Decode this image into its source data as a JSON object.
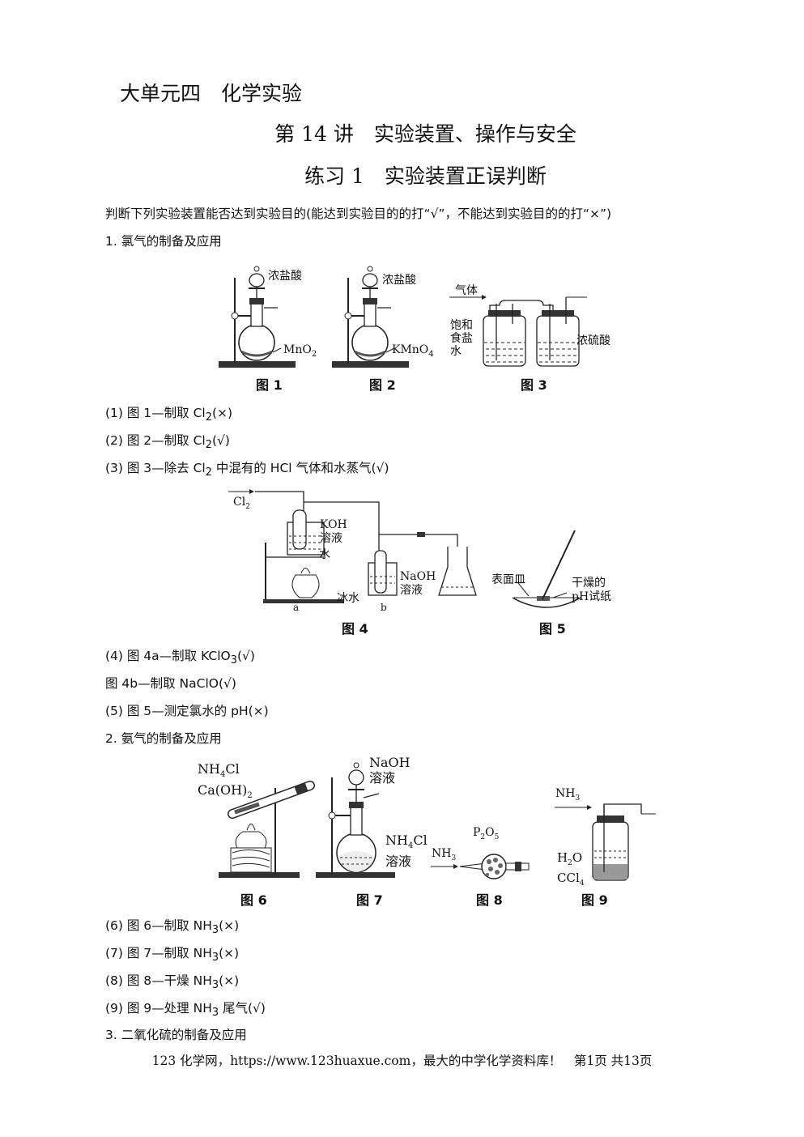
{
  "header": {
    "unit": "大单元四　化学实验",
    "lecture": "第 14 讲　实验装置、操作与安全",
    "exercise": "练习 1　实验装置正误判断"
  },
  "intro": "判断下列实验装置能否达到实验目的(能达到实验目的的打“√”，不能达到实验目的的打“×”)",
  "sections": {
    "s1": "1. 氯气的制备及应用",
    "s2": "2. 氨气的制备及应用",
    "s3": "3. 二氧化硫的制备及应用"
  },
  "items": {
    "i1": {
      "pre": "(1) 图 1—制取 Cl",
      "sub": "2",
      "post": "(×)"
    },
    "i2": {
      "pre": "(2) 图 2—制取 Cl",
      "sub": "2",
      "post": "(√)"
    },
    "i3": {
      "pre": "(3) 图 3—除去 Cl",
      "sub": "2",
      "post": " 中混有的 HCl 气体和水蒸气(√)"
    },
    "i4": {
      "pre": "(4) 图 4a—制取 KClO",
      "sub": "3",
      "post": "(√)"
    },
    "i4b": "图 4b—制取 NaClO(√)",
    "i5": "(5) 图 5—测定氯水的 pH(×)",
    "i6": {
      "pre": "(6) 图 6—制取 NH",
      "sub": "3",
      "post": "(×)"
    },
    "i7": {
      "pre": "(7) 图 7—制取 NH",
      "sub": "3",
      "post": "(×)"
    },
    "i8": {
      "pre": "(8) 图 8—干燥 NH",
      "sub": "3",
      "post": "(×)"
    },
    "i9": {
      "pre": "(9) 图 9—处理 NH",
      "sub": "3",
      "post": " 尾气(√)"
    }
  },
  "figures": {
    "f1": {
      "caption": "图 1",
      "acid": "浓盐酸",
      "solid": "MnO",
      "solid_sub": "2"
    },
    "f2": {
      "caption": "图 2",
      "acid": "浓盐酸",
      "solid": "KMnO",
      "solid_sub": "4"
    },
    "f3": {
      "caption": "图 3",
      "gas": "气体",
      "brine1": "饱和",
      "brine2": "食盐",
      "brine3": "水",
      "acid": "浓硫酸"
    },
    "f4": {
      "caption": "图 4",
      "cl2": "Cl",
      "cl2_sub": "2",
      "koh1": "KOH",
      "koh2": "溶液",
      "water": "水",
      "naoh1": "NaOH",
      "naoh2": "溶液",
      "ice": "冰水",
      "a": "a",
      "b": "b"
    },
    "f5": {
      "caption": "图 5",
      "dish": "表面皿",
      "paper1": "干燥的",
      "paper2": "pH试纸"
    },
    "f6": {
      "caption": "图 6",
      "r1": "NH",
      "r1_sub": "4",
      "r1_post": "Cl",
      "r2": "Ca(OH)",
      "r2_sub": "2"
    },
    "f7": {
      "caption": "图 7",
      "naoh1": "NaOH",
      "naoh2": "溶液",
      "nh4cl": "NH",
      "nh4cl_sub": "4",
      "nh4cl_post": "Cl",
      "sol": "溶液"
    },
    "f8": {
      "caption": "图 8",
      "p": "P",
      "p_sub": "2",
      "o": "O",
      "o_sub": "5",
      "nh3": "NH",
      "nh3_sub": "3"
    },
    "f9": {
      "caption": "图 9",
      "nh3": "NH",
      "nh3_sub": "3",
      "h2o": "H",
      "h2o_sub": "2",
      "h2o_post": "O",
      "ccl4": "CCl",
      "ccl4_sub": "4"
    }
  },
  "footer": "123 化学网，https://www.123huaxue.com，最大的中学化学资料库！　第1页  共13页"
}
